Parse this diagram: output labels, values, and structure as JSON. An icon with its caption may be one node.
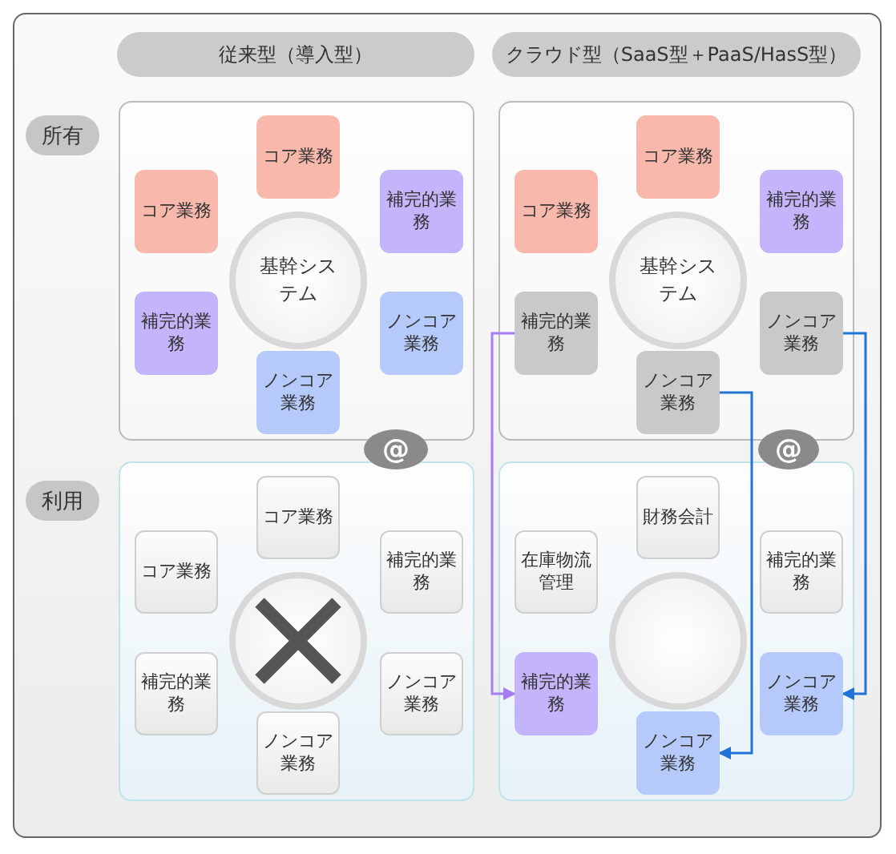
{
  "diagram": {
    "nodes": [
      {
        "text": [
          "従来型（導入型）"
        ]
      },
      {
        "text": [
          "クラウド型（SaaS型＋PaaS/HasS型）"
        ]
      },
      {
        "text": [
          "所有"
        ]
      },
      {
        "text": [],
        "shape": "box"
      },
      {
        "text": [
          "基幹システム"
        ],
        "in": 3
      },
      {
        "text": [
          "コア業務"
        ],
        "in": 3
      },
      {
        "text": [
          "コア業務"
        ],
        "in": 3
      },
      {
        "text": [
          "補完的業務"
        ],
        "in": 3
      },
      {
        "text": [
          "補完的業務"
        ],
        "in": 3
      },
      {
        "text": [
          "ノンコア業務"
        ],
        "in": 3
      },
      {
        "text": [
          "ノンコア業務"
        ],
        "in": 3
      },
      {
        "text": [],
        "shape": "box"
      },
      {
        "text": [
          "基幹システム"
        ],
        "in": 11
      },
      {
        "text": [
          "コア業務"
        ],
        "in": 11
      },
      {
        "text": [
          "コア業務"
        ],
        "in": 11
      },
      {
        "text": [
          "補完的業務"
        ],
        "in": 11
      },
      {
        "text": [
          "補完的業務"
        ],
        "in": 11
      },
      {
        "text": [
          "ノンコア業務"
        ],
        "in": 11
      },
      {
        "text": [
          "ノンコア業務"
        ],
        "in": 11
      },
      {
        "text": [
          "@"
        ]
      },
      {
        "text": [
          "@"
        ]
      },
      {
        "text": [
          "利用"
        ]
      },
      {
        "text": [],
        "shape": "box"
      },
      {
        "text": [],
        "shape": "circle",
        "in": 22
      },
      {
        "text": [
          "コア業務"
        ],
        "in": 22
      },
      {
        "text": [
          "コア業務"
        ],
        "in": 22
      },
      {
        "text": [
          "補完的業務"
        ],
        "in": 22
      },
      {
        "text": [
          "補完的業務"
        ],
        "in": 22
      },
      {
        "text": [
          "ノンコア業務"
        ],
        "in": 22
      },
      {
        "text": [
          "ノンコア業務"
        ],
        "in": 22
      },
      {
        "text": [],
        "shape": "box"
      },
      {
        "text": [],
        "shape": "circle",
        "in": 30
      },
      {
        "text": [
          "財務会計"
        ],
        "in": 30
      },
      {
        "text": [
          "在庫物流管理"
        ],
        "in": 30
      },
      {
        "text": [
          "補完的業務"
        ],
        "in": 30
      },
      {
        "text": [
          "補完的業務"
        ],
        "in": 30
      },
      {
        "text": [
          "ノンコア業務"
        ],
        "in": 30
      },
      {
        "text": [
          "ノンコア業務"
        ],
        "in": 30
      }
    ],
    "edges": [
      {
        "from": 16,
        "to": 35,
        "arrow": "to",
        "color": "#a57cf2"
      },
      {
        "from": 18,
        "to": 37,
        "arrow": "to"
      },
      {
        "from": 17,
        "to": 36,
        "arrow": "to"
      }
    ]
  }
}
